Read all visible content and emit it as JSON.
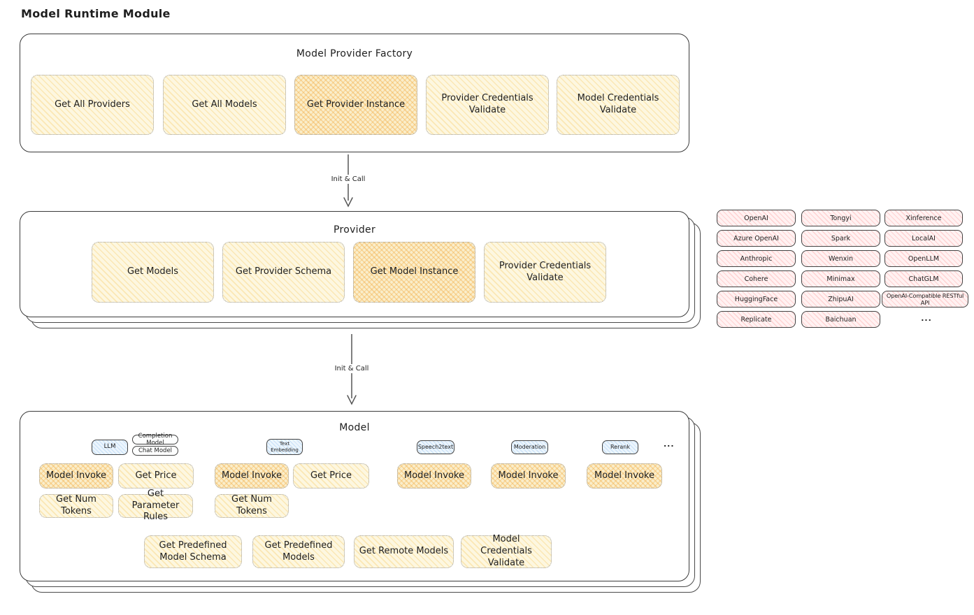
{
  "page_title": "Model Runtime Module",
  "factory": {
    "title": "Model Provider Factory",
    "buttons": [
      "Get All Providers",
      "Get All Models",
      "Get Provider Instance",
      "Provider Credentials Validate",
      "Model Credentials Validate"
    ]
  },
  "arrows": {
    "factory_to_provider": "Init & Call",
    "provider_to_model": "Init & Call"
  },
  "provider": {
    "title": "Provider",
    "buttons": [
      "Get Models",
      "Get Provider Schema",
      "Get Model Instance",
      "Provider Credentials Validate"
    ]
  },
  "providers": {
    "col1": [
      "OpenAI",
      "Azure OpenAI",
      "Anthropic",
      "Cohere",
      "HuggingFace",
      "Replicate"
    ],
    "col2": [
      "Tongyi",
      "Spark",
      "Wenxin",
      "Minimax",
      "ZhipuAI",
      "Baichuan"
    ],
    "col3": [
      "Xinference",
      "LocalAI",
      "OpenLLM",
      "ChatGLM",
      "OpenAI-Compatible RESTful API"
    ],
    "more": "..."
  },
  "model": {
    "title": "Model",
    "tabs": [
      "LLM",
      "Completion Model",
      "Chat Model",
      "Text Embedding",
      "Speech2text",
      "Moderation",
      "Rerank"
    ],
    "tabs_more": "...",
    "llm": {
      "invoke": "Model Invoke",
      "price": "Get Price",
      "tokens": "Get Num Tokens",
      "params": "Get Parameter Rules"
    },
    "text_embedding": {
      "invoke": "Model Invoke",
      "price": "Get Price",
      "tokens": "Get Num Tokens"
    },
    "speech2text": {
      "invoke": "Model Invoke"
    },
    "moderation": {
      "invoke": "Model Invoke"
    },
    "rerank": {
      "invoke": "Model Invoke"
    },
    "common": [
      "Get Predefined Model Schema",
      "Get Predefined Models",
      "Get Remote Models",
      "Model Credentials Validate"
    ]
  },
  "colors": {
    "node_fill": "#fdf7e0",
    "node_hatch": "#f7cd6c",
    "highlight_fill": "#faeecb",
    "highlight_hatch": "#f2a93c",
    "provider_pill_fill": "#fff2f2",
    "provider_pill_hatch": "#ff8787",
    "tab_fill": "#ecf5fd",
    "tab_hatch": "#69aae6",
    "outline": "#3b3b3b"
  }
}
